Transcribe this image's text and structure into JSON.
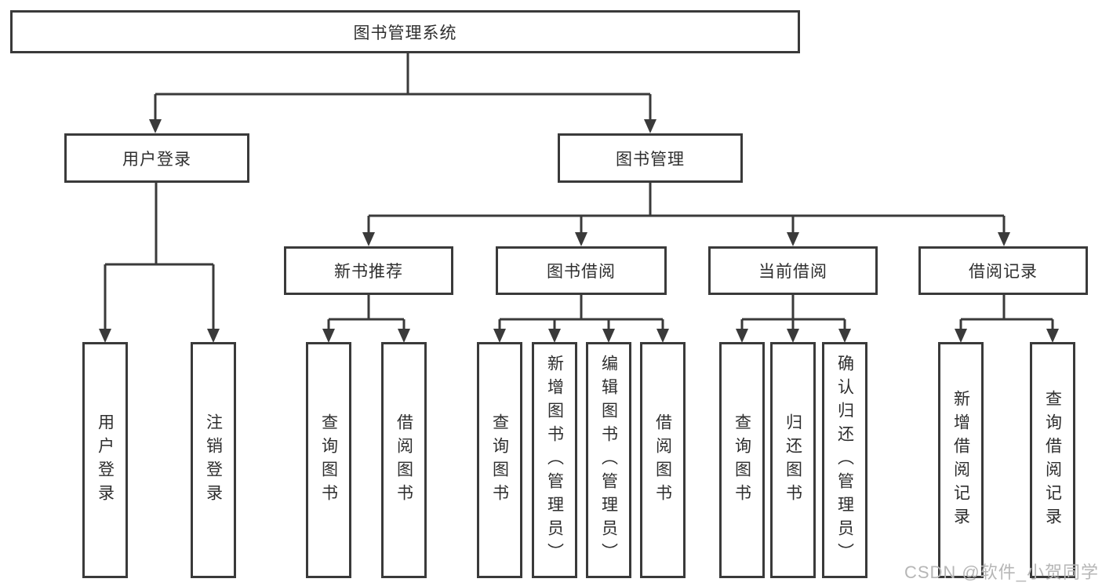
{
  "diagram": {
    "root": {
      "label": "图书管理系统"
    },
    "level2": [
      {
        "label": "用户登录",
        "children": [
          {
            "label": "用户登录"
          },
          {
            "label": "注销登录"
          }
        ]
      },
      {
        "label": "图书管理",
        "children": [
          {
            "label": "新书推荐",
            "children": [
              {
                "label": "查询图书"
              },
              {
                "label": "借阅图书"
              }
            ]
          },
          {
            "label": "图书借阅",
            "children": [
              {
                "label": "查询图书"
              },
              {
                "label": "新增图书（管理员）"
              },
              {
                "label": "编辑图书（管理员）"
              },
              {
                "label": "借阅图书"
              }
            ]
          },
          {
            "label": "当前借阅",
            "children": [
              {
                "label": "查询图书"
              },
              {
                "label": "归还图书"
              },
              {
                "label": "确认归还（管理员）"
              }
            ]
          },
          {
            "label": "借阅记录",
            "children": [
              {
                "label": "新增借阅记录"
              },
              {
                "label": "查询借阅记录"
              }
            ]
          }
        ]
      }
    ]
  },
  "watermark": {
    "text": "CSDN @软件_小贺同学"
  },
  "colors": {
    "line": "#3a3a3a",
    "box_border": "#3a3a3a",
    "text": "#2e2e2e",
    "watermark": "#b6b6b6",
    "background": "#ffffff"
  }
}
